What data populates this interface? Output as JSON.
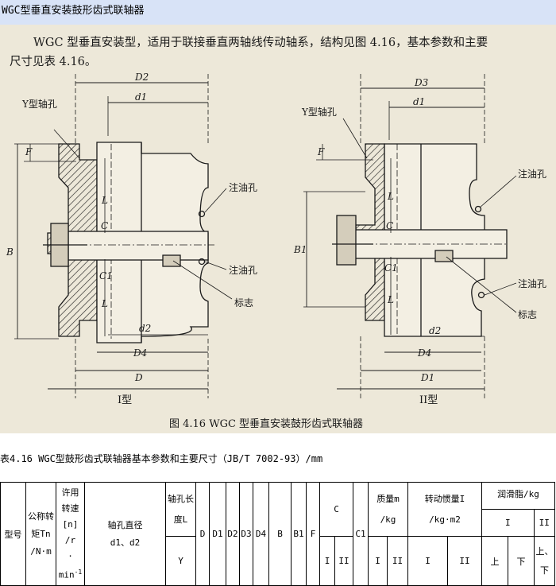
{
  "page": {
    "title": "WGC型垂直安装鼓形齿式联轴器"
  },
  "figure": {
    "intro_line1": "WGC 型垂直安装型，适用于联接垂直两轴线传动轴系，结构见图 4.16，基本参数和主要",
    "intro_line2": "尺寸见表 4.16。",
    "left": {
      "D2": "D2",
      "d1": "d1",
      "y_hole": "Y型轴孔",
      "F": "F",
      "L_top": "L",
      "C": "C",
      "C1": "C1",
      "L_bottom": "L",
      "B": "B",
      "oil_top": "注油孔",
      "oil_mid": "注油孔",
      "mark": "标志",
      "d2": "d2",
      "D4": "D4",
      "D": "D",
      "type": "I型"
    },
    "right": {
      "D3": "D3",
      "d1": "d1",
      "y_hole": "Y型轴孔",
      "F": "F",
      "L_top": "L",
      "C": "C",
      "C1": "C1",
      "L_bottom": "L",
      "B1": "B1",
      "oil_top": "注油孔",
      "oil_bottom": "注油孔",
      "mark": "标志",
      "d2": "d2",
      "D4": "D4",
      "D1": "D1",
      "type": "II型"
    },
    "caption": "图 4.16   WGC 型垂直安装鼓形齿式联轴器"
  },
  "table_caption": "表4.16 WGC型鼓形齿式联轴器基本参数和主要尺寸（JB/T 7002-93）/mm",
  "table": {
    "h_model": "型号",
    "h_torque_1": "公称转",
    "h_torque_2": "矩Tn",
    "h_torque_3": "/N·m",
    "h_speed_1": "许用",
    "h_speed_2": "转速",
    "h_speed_3": "[n] /r",
    "h_speed_4": "·",
    "h_speed_5": "min",
    "h_speed_sup": "-1",
    "h_bore_1": "轴孔直径",
    "h_bore_2": "d1、d2",
    "h_len_1": "轴孔长",
    "h_len_2": "度L",
    "h_len_y": "Y",
    "h_D": "D",
    "h_D1": "D1",
    "h_D2": "D2",
    "h_D3": "D3",
    "h_D4": "D4",
    "h_B": "B",
    "h_B1": "B1",
    "h_F": "F",
    "h_C": "C",
    "h_C_I": "I",
    "h_C_II": "II",
    "h_C1": "C1",
    "h_mass_1": "质量m",
    "h_mass_2": "/kg",
    "h_mass_I": "I",
    "h_mass_II": "II",
    "h_inertia_1": "转动惯量I",
    "h_inertia_2": "/kg·m2",
    "h_inertia_I": "I",
    "h_inertia_II": "II",
    "h_grease": "润滑脂/kg",
    "h_grease_I": "I",
    "h_grease_II": "II",
    "h_up": "上",
    "h_down": "下",
    "h_updown_1": "上、",
    "h_updown_2": "下"
  }
}
